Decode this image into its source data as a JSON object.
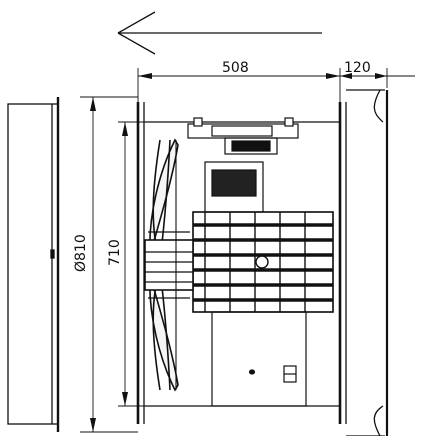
{
  "dimensions": {
    "width_main": "508",
    "width_ring": "120",
    "height_inner": "710",
    "diameter": "Ø810"
  },
  "arrow": {
    "direction": "left"
  },
  "colors": {
    "line": "#111111",
    "background": "#ffffff"
  }
}
